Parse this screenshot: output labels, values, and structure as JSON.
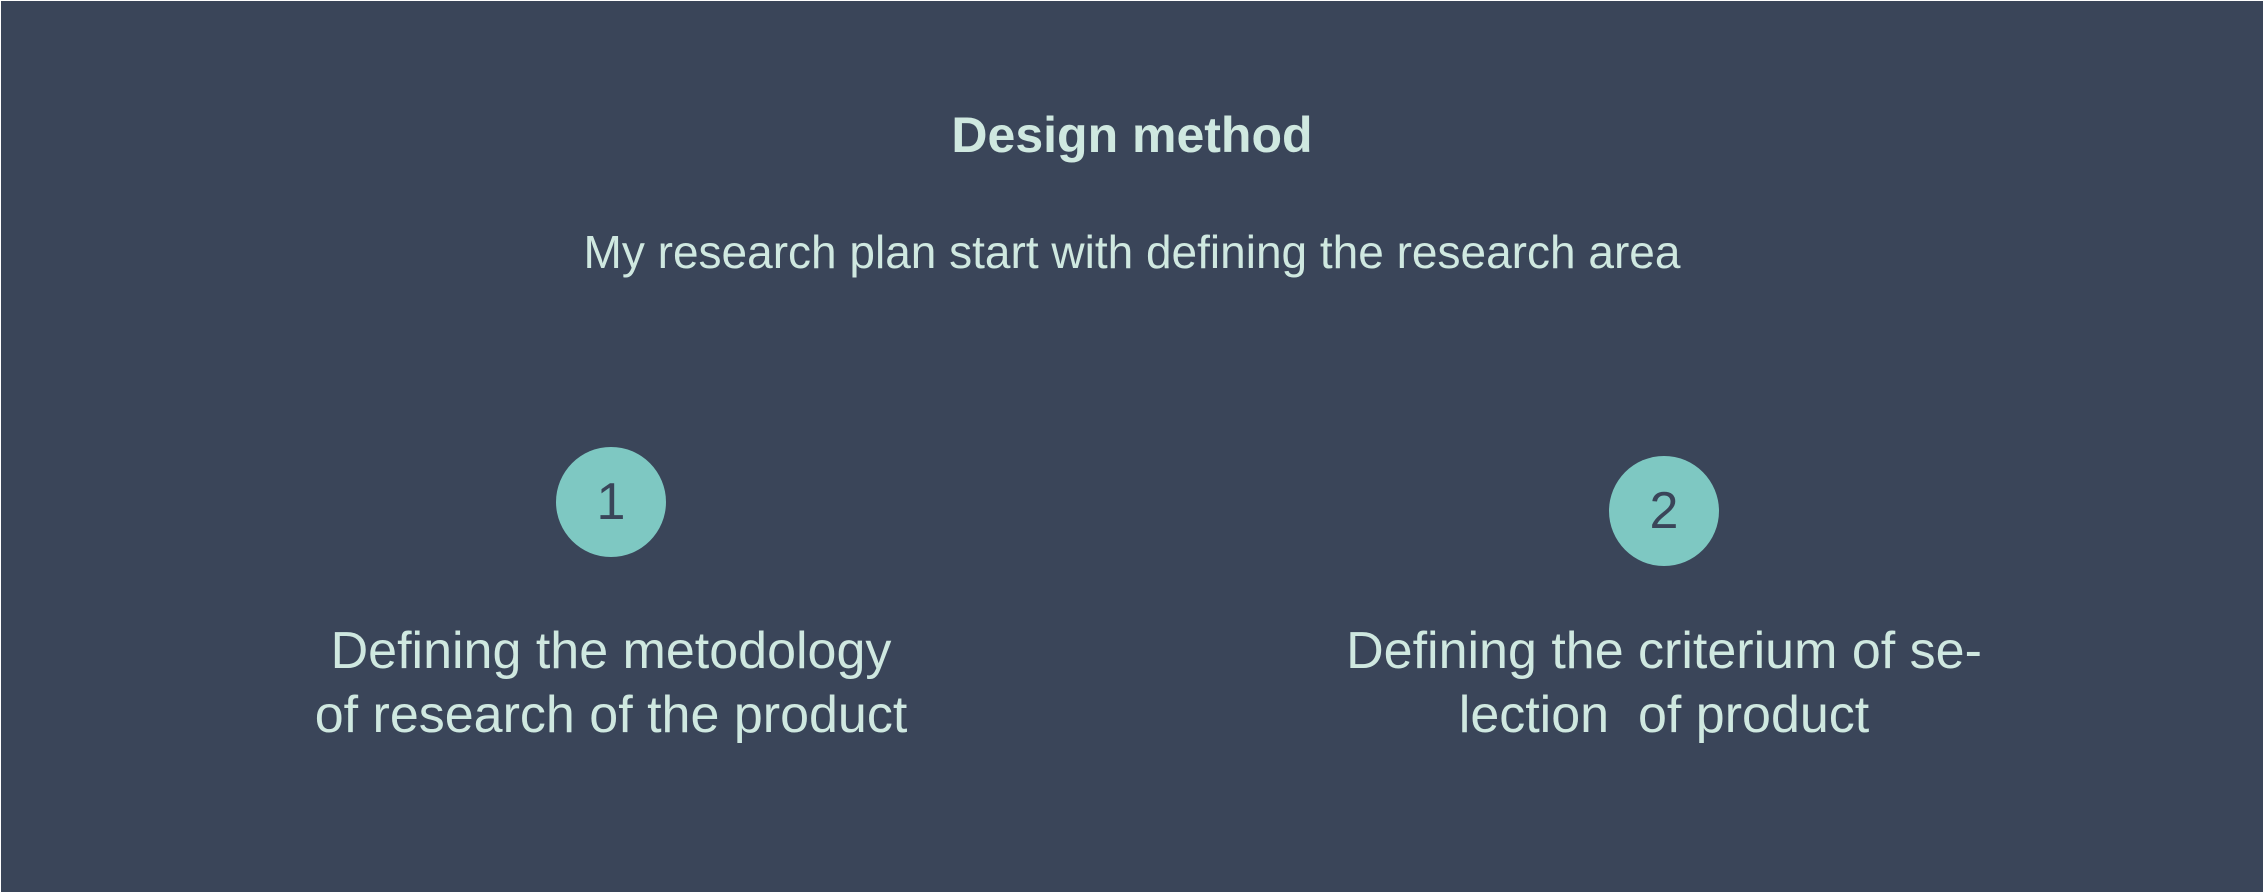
{
  "slide": {
    "title": "Design method",
    "subtitle": "My research plan start with defining the research area",
    "steps": [
      {
        "number": "1",
        "line1": "Defining the metodology",
        "line2": "of research of the product"
      },
      {
        "number": "2",
        "line1": "Defining the criterium of se-",
        "line2": "lection  of product"
      }
    ]
  },
  "colors": {
    "background": "#3a4559",
    "text": "#cfe8e0",
    "badge": "#7ec8c2"
  }
}
